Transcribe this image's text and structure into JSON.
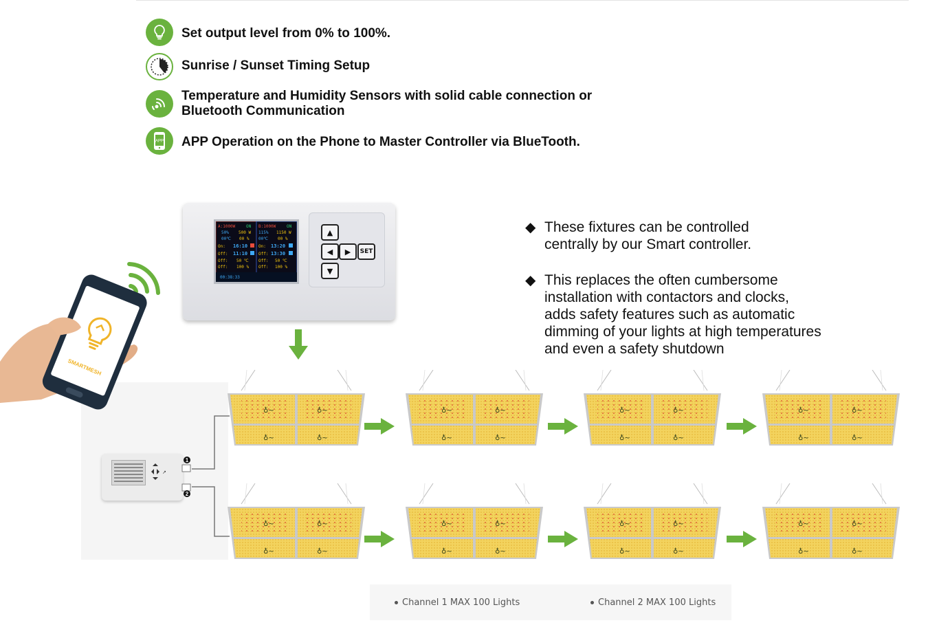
{
  "features": [
    {
      "icon": "bulb-icon",
      "text": "Set output level from   0% to 100%."
    },
    {
      "icon": "clock-icon",
      "text": "Sunrise / Sunset Timing Setup"
    },
    {
      "icon": "sensor-signal-icon",
      "text": "Temperature and Humidity Sensors with solid cable connection or Bluetooth Communication"
    },
    {
      "icon": "app-phone-icon",
      "icon_label": "APP",
      "text": "APP Operation on the Phone to Master Controller via BlueTooth."
    }
  ],
  "notes": [
    {
      "text": "These fixtures can be controlled\ncentrally by our Smart controller."
    },
    {
      "text": "This replaces the often cumbersome\ninstallation with contactors and clocks,\nadds safety features such as automatic\ndimming of your lights at high temperatures\nand even a safety shutdown"
    }
  ],
  "controller": {
    "set_key": "SET",
    "screen": {
      "header_a": "A:1000W",
      "header_a_state": "ON",
      "header_b": "B:1000W",
      "header_b_state": "ON",
      "a_pct": "50%",
      "a_watt": "500 W",
      "b_pct": "115%",
      "b_watt": "1150 W",
      "a_temp": "00℃",
      "a_hum": "00 %",
      "b_temp": "00℃",
      "b_hum": "00 %",
      "on_label": "On:",
      "a_on": "16:10",
      "b_on": "13:20",
      "off_label": "Off:",
      "a_off": "11:10",
      "b_off": "13:30",
      "a_temp_limit": "50 ℃",
      "b_temp_limit": "50 ℃",
      "a_hum_limit": "100 %",
      "b_hum_limit": "100 %",
      "clock": "00:38:33"
    }
  },
  "phone": {
    "brand": "SMARTMESH"
  },
  "mini_controller": {
    "port_1": "1",
    "port_2": "2"
  },
  "legend": [
    {
      "text": "Channel 1 MAX 100 Lights"
    },
    {
      "text": "Channel 2 MAX 100 Lights"
    }
  ],
  "colors": {
    "accent_green": "#6ab23e",
    "arrow_green": "#6ab23e",
    "light_yellow": "#f3d35e"
  }
}
